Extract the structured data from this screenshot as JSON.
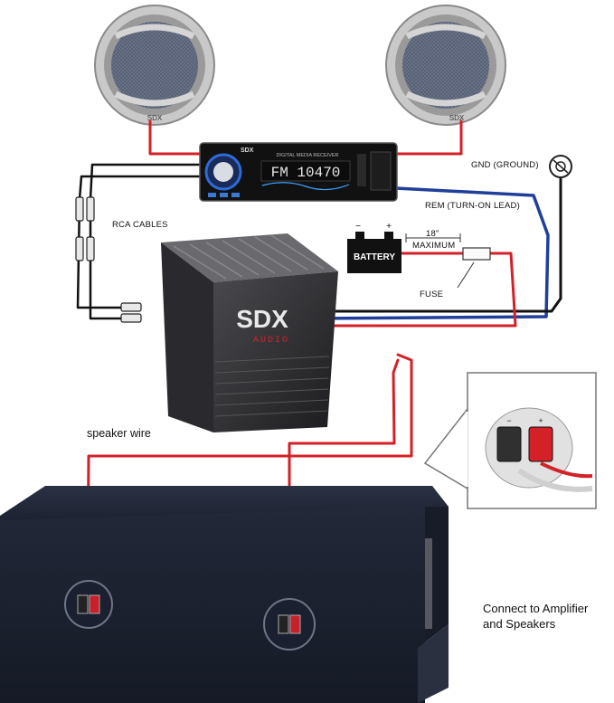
{
  "labels": {
    "gnd": "GND (GROUND)",
    "rem": "REM (TURN-ON LEAD)",
    "rca": "RCA CABLES",
    "battery": "BATTERY",
    "distance": "18\"",
    "maximum": "MAXIMUM",
    "fuse": "FUSE",
    "speaker_wire": "speaker wire",
    "caption_line1": "Connect to Amplifier",
    "caption_line2": "and Speakers"
  },
  "head_unit": {
    "brand": "SDX",
    "display": "FM 10470",
    "model_text": "DIGITAL MEDIA RECEIVER"
  },
  "amplifier": {
    "brand": "SDX",
    "sub_brand": "AUDIO"
  },
  "speaker_logo": "SDX",
  "battery_terminals": {
    "negative": "−",
    "positive": "+"
  },
  "inset_terminals": {
    "negative": "−",
    "positive": "+"
  },
  "colors": {
    "red_wire": "#d42027",
    "blue_wire": "#1f3f9a",
    "black_wire": "#111111",
    "box_carpet": "#1e2433"
  }
}
